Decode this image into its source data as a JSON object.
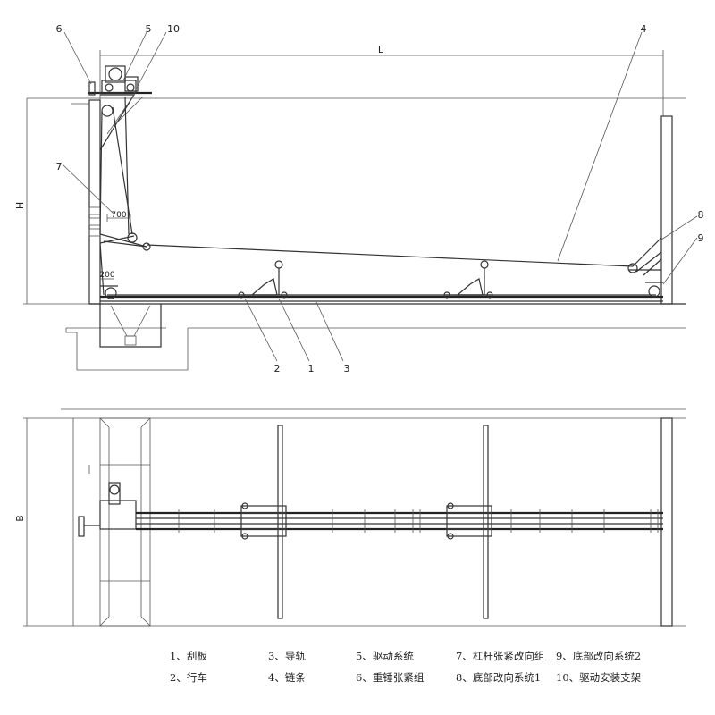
{
  "dimensions": {
    "length": "L",
    "height": "H",
    "width": "B",
    "spacing": "700",
    "offset": "200"
  },
  "callouts": [
    "1",
    "2",
    "3",
    "4",
    "5",
    "6",
    "7",
    "8",
    "9",
    "10"
  ],
  "legend": [
    [
      "1、刮板",
      "3、导轨",
      "5、驱动系统",
      "7、杠杆张紧改向组",
      "9、底部改向系统2"
    ],
    [
      "2、行车",
      "4、链条",
      "6、重锤张紧组",
      "8、底部改向系统1",
      "10、驱动安装支架"
    ]
  ]
}
